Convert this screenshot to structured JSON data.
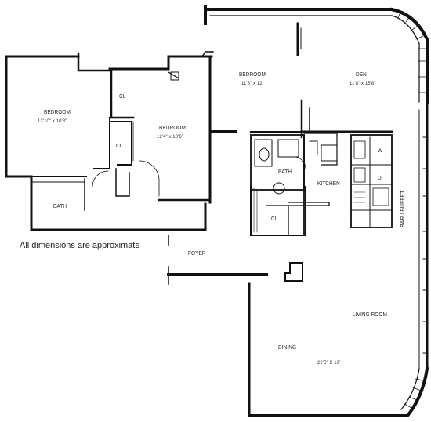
{
  "rooms": {
    "bedroom_left": {
      "name": "BEDROOM",
      "dims": "12'10\" x 10'8\""
    },
    "bedroom_mid": {
      "name": "BEDROOM",
      "dims": "12'4\" x 10'6\""
    },
    "bedroom_right": {
      "name": "BEDROOM",
      "dims": "11'8\" x 12'"
    },
    "den": {
      "name": "DEN",
      "dims": "11'8\" x 15'8\""
    },
    "closet_upper": "CL",
    "closet_mid": "CL",
    "closet_kitchen": "CL",
    "bath_left": "BATH",
    "bath_center": "BATH",
    "kitchen": "KITCHEN",
    "foyer": "FOYER",
    "living_room": "LIVING ROOM",
    "dining": "DINING",
    "living_dims": "22'5\" X 19'",
    "bar": "BAR / BUFFET",
    "appliance_w": "W",
    "appliance_d": "D"
  },
  "note": "All dimensions are approximate"
}
